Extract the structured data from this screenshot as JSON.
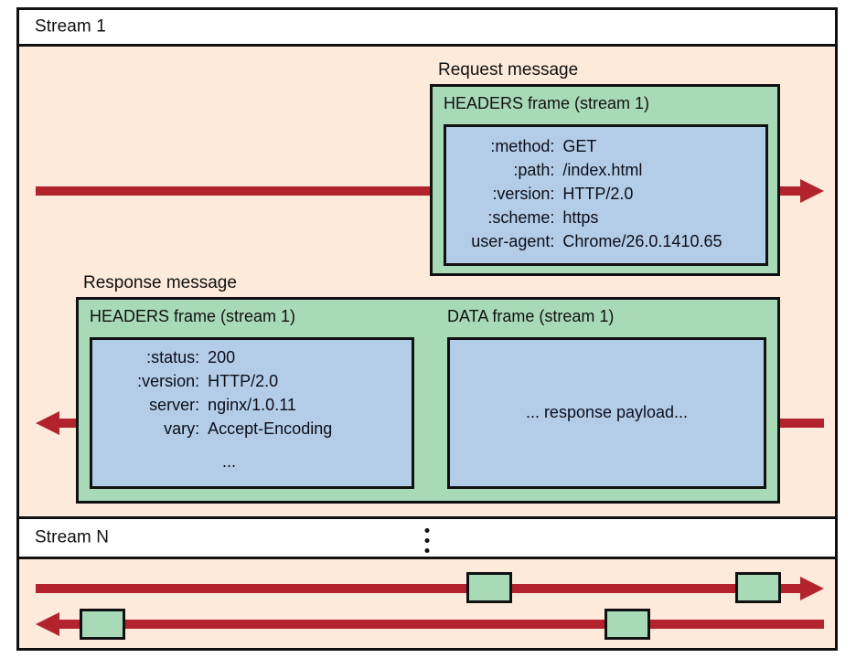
{
  "figure": {
    "background_color": "#fdeada",
    "border_color": "#111111",
    "arrow_color": "#b3232e",
    "frame_green": "#a8dab8",
    "frame_blue": "#b3cde8"
  },
  "streams": [
    {
      "title": "Stream 1"
    },
    {
      "title": "Stream N"
    }
  ],
  "request": {
    "label": "Request message",
    "frame_title": "HEADERS frame (stream 1)",
    "headers": [
      {
        "key": ":method:",
        "value": "GET"
      },
      {
        "key": ":path:",
        "value": "/index.html"
      },
      {
        "key": ":version:",
        "value": "HTTP/2.0"
      },
      {
        "key": ":scheme:",
        "value": "https"
      },
      {
        "key": "user-agent:",
        "value": "Chrome/26.0.1410.65"
      }
    ]
  },
  "response": {
    "label": "Response message",
    "headers_frame_title": "HEADERS frame (stream 1)",
    "data_frame_title": "DATA frame (stream 1)",
    "headers": [
      {
        "key": ":status:",
        "value": "200"
      },
      {
        "key": ":version:",
        "value": "HTTP/2.0"
      },
      {
        "key": "server:",
        "value": "nginx/1.0.11"
      },
      {
        "key": "vary:",
        "value": "Accept-Encoding"
      }
    ],
    "headers_continuation": "...",
    "payload_text": "... response payload..."
  },
  "stream_n": {
    "separator_glyph": "vertical-ellipsis",
    "outbound_blocks": 2,
    "inbound_blocks": 2
  }
}
